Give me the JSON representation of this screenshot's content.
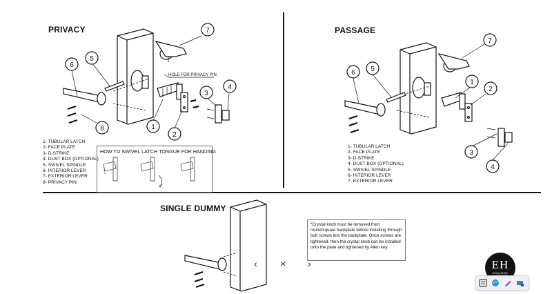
{
  "sections": {
    "privacy": {
      "title": "PRIVACY",
      "hole_label": "HOLE FOR PRIVACY PIN",
      "parts": [
        "1- TUBULAR LATCH",
        "2- FACE PLATE",
        "3- D-STRIKE",
        "4- DUST BOX (OPTIONAL)",
        "5- SWIVEL SPINDLE",
        "6- INTERIOR LEVER",
        "7- EXTERIOR LEVER",
        "8- PRIVACY PIN"
      ],
      "callouts": [
        "1",
        "2",
        "3",
        "4",
        "5",
        "6",
        "7",
        "8"
      ]
    },
    "passage": {
      "title": "PASSAGE",
      "parts": [
        "1- TUBULAR LATCH",
        "2- FACE PLATE",
        "3- D-STRIKE",
        "4- DUST BOX (OPTIONAL)",
        "5- SWIVEL SPINDLE",
        "6- INTERIOR LEVER",
        "7- EXTERIOR LEVER"
      ],
      "callouts": [
        "1",
        "2",
        "3",
        "4",
        "5",
        "6",
        "7"
      ]
    },
    "howto": {
      "title": "HOW TO SWIVEL LATCH TONGUE FOR HANDING"
    },
    "single_dummy": {
      "title": "SINGLE DUMMY",
      "note": "*Crystal  knob must be removed from round/square backplate before installing through bolt screws into the backplate. Once screws are tightened, then the crystal knob can be installed onto the plate and tightened by Allen key."
    }
  },
  "viewer": {
    "prev": "‹",
    "close": "×",
    "next": "›"
  },
  "logo": {
    "letters": "EH",
    "tagline": "EXCLUSIVE HARDWARE"
  },
  "toolbar": {
    "buttons": [
      "gallery-icon",
      "edge-icon",
      "pen-icon",
      "extension-icon"
    ]
  }
}
